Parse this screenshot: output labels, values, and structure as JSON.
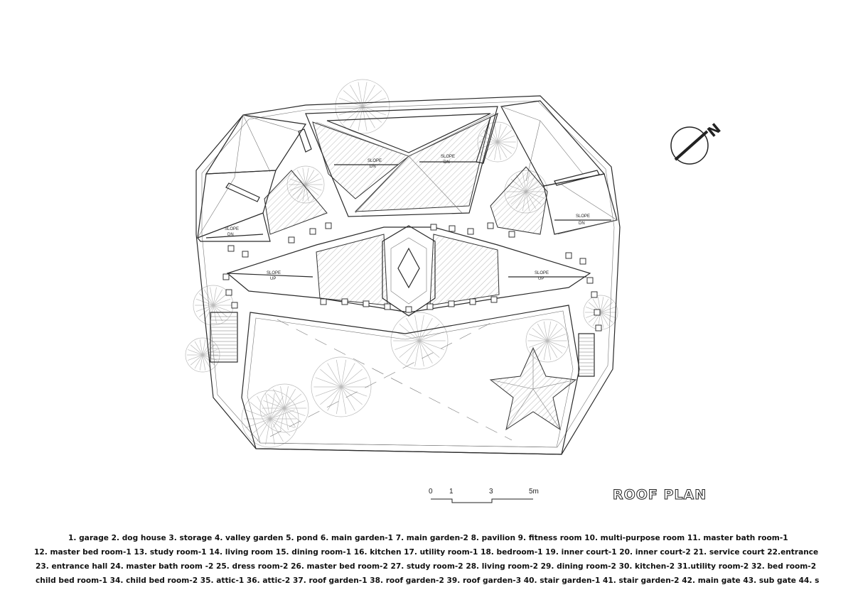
{
  "title": "ROOF PLAN",
  "scale_bar": {
    "labels": [
      "0",
      "1",
      "3",
      "5m"
    ]
  },
  "north_arrow": {
    "label": "N"
  },
  "slope_labels": {
    "slope": "SLOPE",
    "down": "DN",
    "up": "UP"
  },
  "legend": [
    "1. garage  2. dog house  3. storage  4. valley garden  5. pond  6. main garden-1  7. main garden-2  8. pavilion  9. fitness room  10. multi-purpose room  11. master bath room-1",
    "12. master bed room-1  13. study room-1  14. living room  15. dining room-1  16. kitchen  17. utility room-1  18. bedroom-1  19. inner court-1  20. inner court-2  21. service court  22.entrance",
    "23. entrance hall  24. master bath room -2  25. dress room-2  26. master bed room-2  27. study room-2  28. living room-2  29. dining room-2  30. kitchen-2  31.utility room-2  32. bed room-2",
    "child bed room-1  34. child bed room-2  35. attic-1  36. attic-2  37. roof garden-1  38. roof garden-2  39. roof garden-3  40. stair garden-1  41. stair garden-2  42. main gate  43. sub gate  44. s"
  ],
  "colors": {
    "ink": "#2a2a2a",
    "tree": "#bbbbbb",
    "background": "#ffffff"
  }
}
